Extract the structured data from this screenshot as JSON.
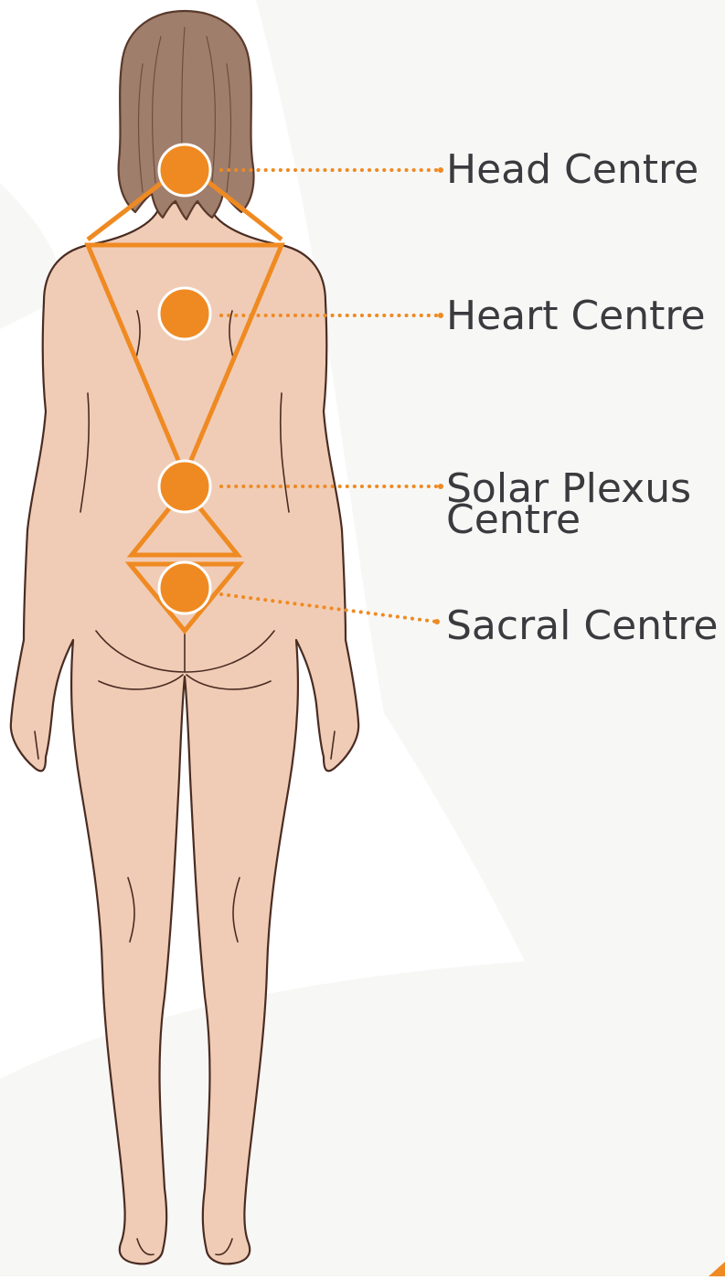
{
  "colors": {
    "background": "#ffffff",
    "background_shape": "#f7f7f6",
    "skin": "#f0ccb6",
    "outline": "#4a2c22",
    "hair": "#a07e6c",
    "hair_outline": "#5a3a2c",
    "accent": "#ef8a22",
    "label_text": "#3b3a3e"
  },
  "centres": [
    {
      "id": "head",
      "lines": [
        "Head Centre"
      ]
    },
    {
      "id": "heart",
      "lines": [
        "Heart Centre"
      ]
    },
    {
      "id": "solar-plexus",
      "lines": [
        "Solar Plexus",
        "Centre"
      ]
    },
    {
      "id": "sacral",
      "lines": [
        "Sacral Centre"
      ]
    }
  ]
}
